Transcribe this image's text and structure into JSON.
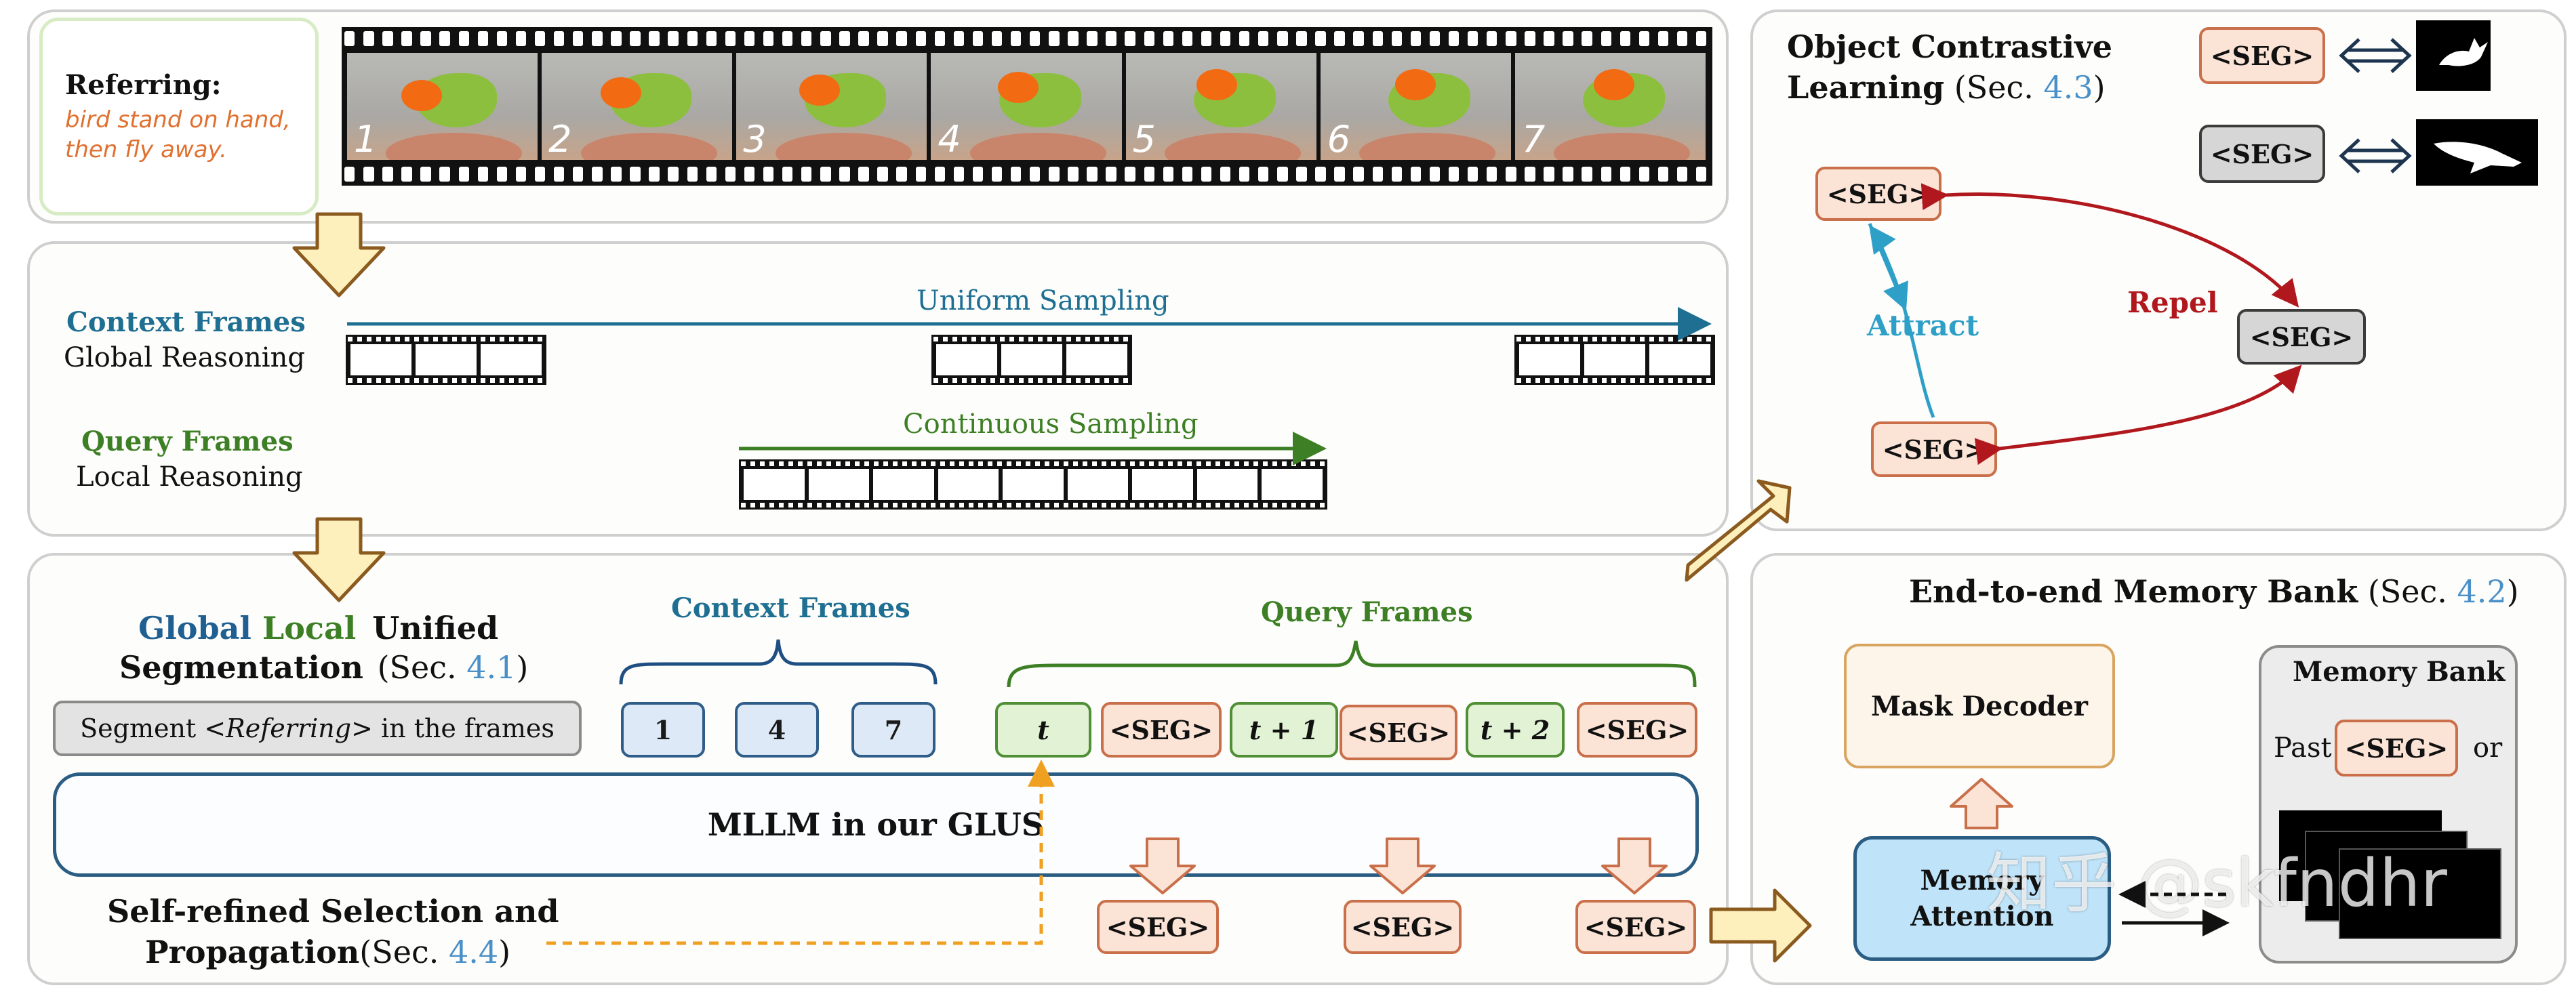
{
  "colors": {
    "blue": "#1f6f93",
    "green": "#3d7f24",
    "orange": "#e0702f",
    "red": "#b0181e",
    "cyan": "#2ea0c8",
    "ref_blue": "#4a90c8"
  },
  "referring": {
    "title": "Referring:",
    "line1": "bird stand on hand,",
    "line2": "then fly away."
  },
  "video_frames": [
    "1",
    "2",
    "3",
    "4",
    "5",
    "6",
    "7"
  ],
  "sampling": {
    "context_title": "Context Frames",
    "context_sub": "Global Reasoning",
    "query_title": "Query Frames",
    "query_sub": "Local Reasoning",
    "uniform": "Uniform Sampling",
    "continuous": "Continuous Sampling"
  },
  "unified": {
    "global": "Global",
    "local": "Local",
    "unified": "Unified",
    "segmentation": "Segmentation",
    "sec_prefix": "(Sec. ",
    "sec_ref": "4.1",
    "sec_suffix": ")"
  },
  "prompt": {
    "pre": "Segment <",
    "referring": "Referring",
    "post": "> in the frames"
  },
  "context_frames_label": "Context Frames",
  "query_frames_label": "Query Frames",
  "context_tokens": [
    "1",
    "4",
    "7"
  ],
  "query_tokens": [
    "t",
    "<SEG>",
    "t + 1",
    "<SEG>",
    "t + 2",
    "<SEG>"
  ],
  "mllm": "MLLM in our GLUS",
  "self_refined": {
    "line1": "Self-refined Selection and",
    "line2": "Propagation",
    "sec_prefix": "(Sec. ",
    "sec_ref": "4.4",
    "sec_suffix": ")"
  },
  "output_tokens": [
    "<SEG>",
    "<SEG>",
    "<SEG>"
  ],
  "contrastive": {
    "line1": "Object Contrastive",
    "line2": "Learning",
    "sec_prefix": " (Sec. ",
    "sec_ref": "4.3",
    "sec_suffix": ")",
    "legend_seg": "<SEG>",
    "legend_seg_gray": "<SEG>",
    "node_top": "<SEG>",
    "node_bottom": "<SEG>",
    "node_gray": "<SEG>",
    "attract": "Attract",
    "repel": "Repel"
  },
  "memory": {
    "title": "End-to-end Memory Bank",
    "sec_prefix": " (Sec. ",
    "sec_ref": "4.2",
    "sec_suffix": ")",
    "mask_decoder": "Mask Decoder",
    "memory_attention_1": "Memory",
    "memory_attention_2": "Attention",
    "bank_title": "Memory Bank",
    "past": "Past",
    "seg": "<SEG>",
    "or": "or"
  },
  "watermark": "知乎 @skfndhr"
}
